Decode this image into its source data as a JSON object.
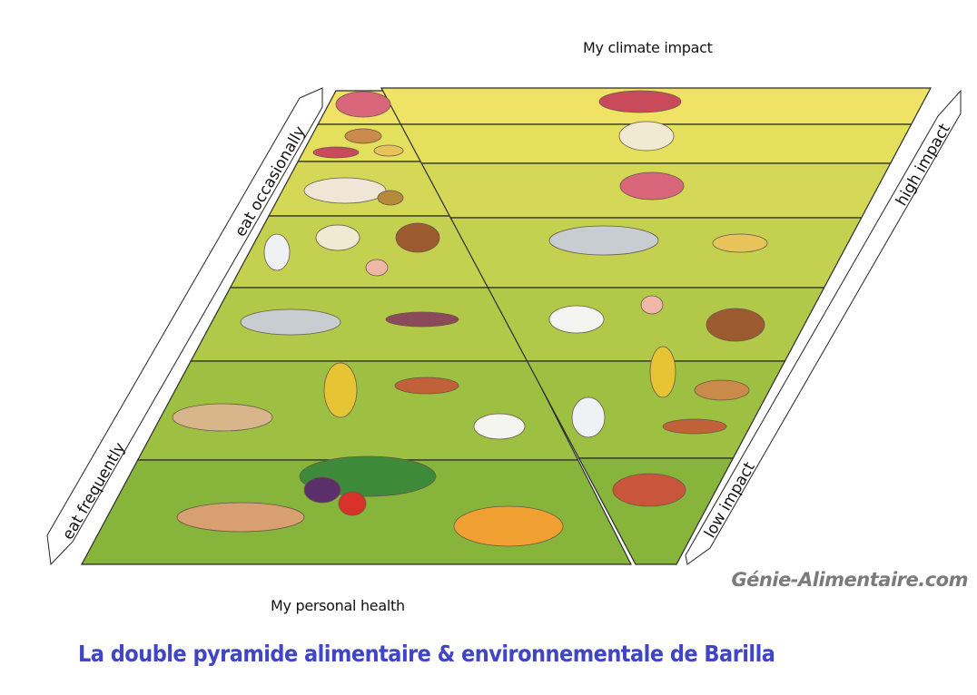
{
  "top_label": "My climate impact",
  "bottom_label": "My personal health",
  "left_axis": {
    "top": "eat occasionally",
    "bottom": "eat frequently"
  },
  "right_axis": {
    "top": "high impact",
    "bottom": "low impact"
  },
  "watermark": "Génie-Alimentaire.com",
  "caption": "La double pyramide alimentaire & environnementale de Barilla",
  "colors": {
    "bands": [
      "#efe264",
      "#e4df5c",
      "#d5d857",
      "#c4d04f",
      "#b1c848",
      "#9dbf42",
      "#87b53c"
    ],
    "caption": "#3f45c4",
    "watermark": "#7b7b7b"
  }
}
